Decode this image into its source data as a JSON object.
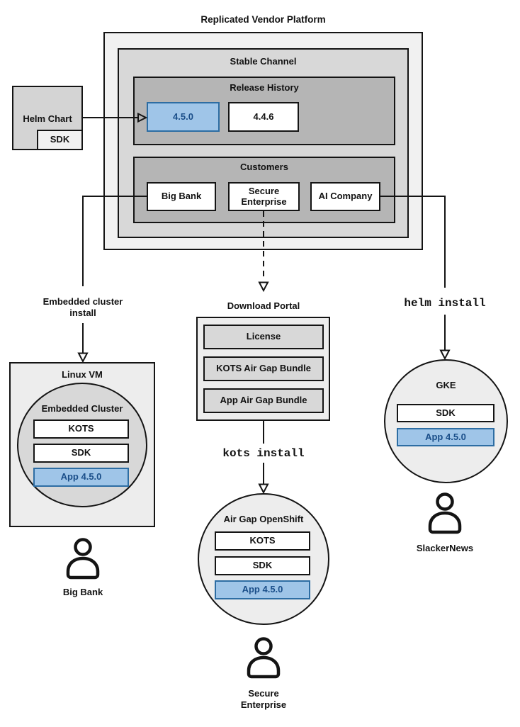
{
  "title": "Replicated Vendor Platform",
  "colors": {
    "highlight_fill": "#9fc5e8",
    "highlight_border": "#2d6da3",
    "highlight_text": "#1a4e89",
    "container_light": "#ededed",
    "container_mid": "#d8d8d8",
    "container_dark": "#b5b5b5"
  },
  "platform": {
    "stable_channel_label": "Stable Channel",
    "release_history": {
      "label": "Release History",
      "current_release": "4.5.0",
      "previous_release": "4.4.6"
    },
    "customers": {
      "label": "Customers",
      "big_bank": "Big Bank",
      "secure_enterprise": "Secure\nEnterprise",
      "ai_company": "AI Company"
    }
  },
  "helm_chart": {
    "label": "Helm Chart",
    "sdk_label": "SDK"
  },
  "left_flow": {
    "arrow_label": "Embedded cluster\ninstall",
    "vm_label": "Linux VM",
    "cluster_label": "Embedded Cluster",
    "components": {
      "kots": "KOTS",
      "sdk": "SDK",
      "app": "App 4.5.0"
    },
    "user_label": "Big Bank"
  },
  "middle_flow": {
    "portal_label": "Download Portal",
    "portal_items": [
      "License",
      "KOTS Air Gap Bundle",
      "App Air Gap Bundle"
    ],
    "command_label": "kots install",
    "cluster_label": "Air Gap OpenShift",
    "components": {
      "kots": "KOTS",
      "sdk": "SDK",
      "app": "App 4.5.0"
    },
    "user_label": "Secure\nEnterprise"
  },
  "right_flow": {
    "command_label": "helm install",
    "cluster_label": "GKE",
    "components": {
      "sdk": "SDK",
      "app": "App 4.5.0"
    },
    "user_label": "SlackerNews"
  }
}
